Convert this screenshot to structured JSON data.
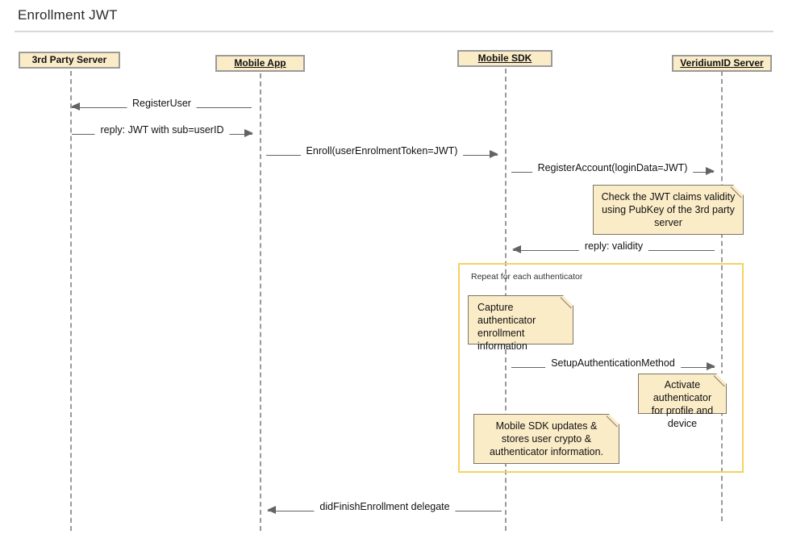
{
  "diagram": {
    "title": "Enrollment JWT",
    "type": "uml-sequence-diagram",
    "colors": {
      "participant_fill": "#fbecc8",
      "participant_border": "#9a9a9a",
      "note_fill": "#fbecc8",
      "note_border": "#7d7563",
      "lifeline": "#9a9a9a",
      "message": "#636363",
      "fragment_border": "#f5d260",
      "title_rule": "#d8d8d8"
    },
    "participants": [
      {
        "id": "third-party-server",
        "label": "3rd Party Server",
        "underlined": false
      },
      {
        "id": "mobile-app",
        "label": "Mobile App",
        "underlined": true
      },
      {
        "id": "mobile-sdk",
        "label": "Mobile SDK",
        "underlined": true
      },
      {
        "id": "veridiumid-server",
        "label": "VeridiumID Server",
        "underlined": true
      }
    ],
    "messages": [
      {
        "id": "register-user",
        "label": "RegisterUser",
        "from": "mobile-app",
        "to": "third-party-server",
        "direction": "left"
      },
      {
        "id": "reply-jwt",
        "label": "reply: JWT with sub=userID",
        "from": "third-party-server",
        "to": "mobile-app",
        "direction": "right"
      },
      {
        "id": "enroll",
        "label": "Enroll(userEnrolmentToken=JWT)",
        "from": "mobile-app",
        "to": "mobile-sdk",
        "direction": "right"
      },
      {
        "id": "register-account",
        "label": "RegisterAccount(loginData=JWT)",
        "from": "mobile-sdk",
        "to": "veridiumid-server",
        "direction": "right"
      },
      {
        "id": "reply-validity",
        "label": "reply: validity",
        "from": "veridiumid-server",
        "to": "mobile-sdk",
        "direction": "left"
      },
      {
        "id": "setup-authentication-method",
        "label": "SetupAuthenticationMethod",
        "from": "mobile-sdk",
        "to": "veridiumid-server",
        "direction": "right"
      },
      {
        "id": "did-finish-enrollment",
        "label": "didFinishEnrollment delegate",
        "from": "mobile-sdk",
        "to": "mobile-app",
        "direction": "left"
      }
    ],
    "notes": [
      {
        "id": "note-check-jwt",
        "text": "Check the JWT claims validity using PubKey of the 3rd party server",
        "align": "center"
      },
      {
        "id": "note-capture-authenticator",
        "text": "Capture authenticator enrollment information",
        "align": "left"
      },
      {
        "id": "note-activate-authenticator",
        "text": "Activate authenticator for profile and device",
        "align": "center"
      },
      {
        "id": "note-mobile-sdk-updates",
        "text": "Mobile SDK updates & stores user crypto & authenticator information.",
        "align": "center"
      }
    ],
    "fragment": {
      "id": "loop-repeat-authenticator",
      "label": "Repeat for each authenticator"
    }
  }
}
